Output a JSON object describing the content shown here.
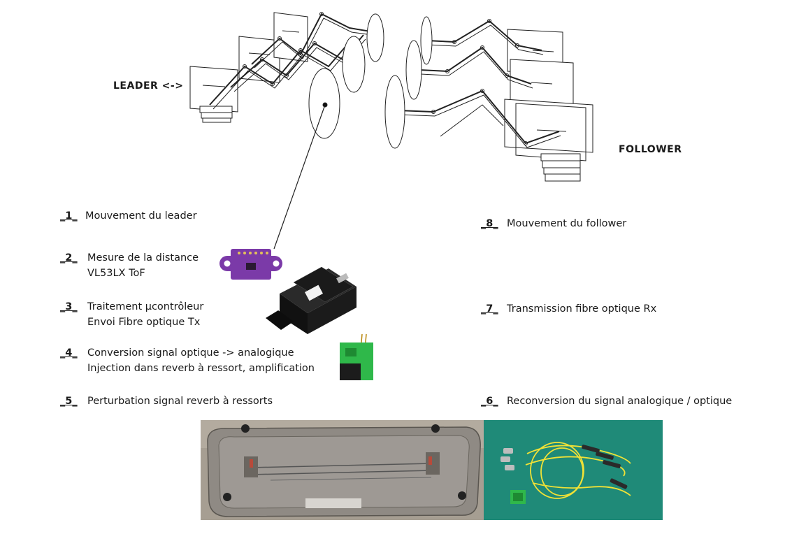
{
  "labels": {
    "leader": "LEADER <->",
    "follower": "FOLLOWER"
  },
  "steps": [
    {
      "num": "_1_",
      "lines": [
        "Mouvement du leader"
      ]
    },
    {
      "num": "_2_",
      "lines": [
        "Mesure de la distance",
        "VL53LX ToF"
      ]
    },
    {
      "num": "_3_",
      "lines": [
        "Traitement µcontrôleur",
        "Envoi Fibre optique Tx"
      ]
    },
    {
      "num": "_4_",
      "lines": [
        "Conversion signal optique -> analogique",
        "Injection dans reverb à ressort, amplification"
      ]
    },
    {
      "num": "_5_",
      "lines": [
        "Perturbation signal reverb à ressorts"
      ]
    },
    {
      "num": "_6_",
      "lines": [
        "Reconversion du signal analogique / optique"
      ]
    },
    {
      "num": "_7_",
      "lines": [
        "Transmission fibre optique Rx"
      ]
    },
    {
      "num": "_8_",
      "lines": [
        "Mouvement du follower"
      ]
    }
  ],
  "colors": {
    "sensor_board": "#7b3aa8",
    "adapter_green": "#2fb84a",
    "photo_left_bg": "#a69e92",
    "photo_right_bg": "#1f8a78",
    "fiber_yellow": "#f1e236"
  }
}
